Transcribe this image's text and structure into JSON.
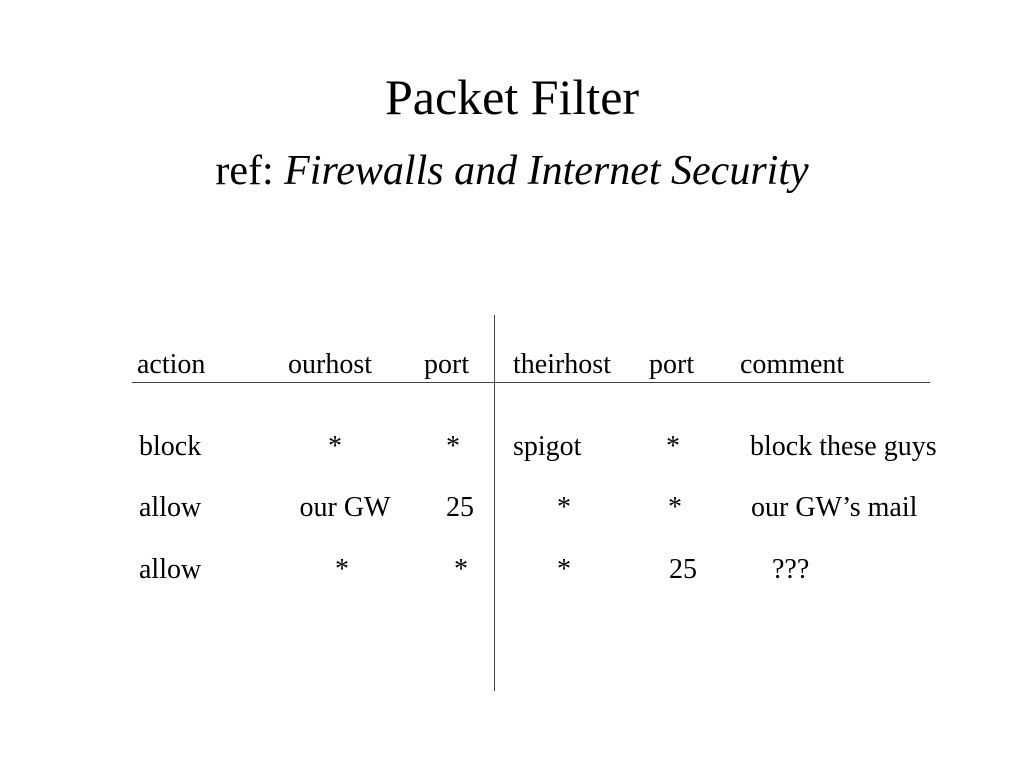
{
  "slide": {
    "title": "Packet Filter",
    "subtitle_prefix": "ref: ",
    "subtitle_italic": "Firewalls and Internet Security"
  },
  "table": {
    "headers": {
      "action": "action",
      "ourhost": "ourhost",
      "ourport": "port",
      "theirhost": "theirhost",
      "theirport": "port",
      "comment": "comment"
    },
    "rows": [
      {
        "action": "block",
        "ourhost": "*",
        "ourport": "*",
        "theirhost": "spigot",
        "theirport": "*",
        "comment": "block these guys"
      },
      {
        "action": "allow",
        "ourhost": "our GW",
        "ourport": "25",
        "theirhost": "*",
        "theirport": "*",
        "comment": "our GW’s mail"
      },
      {
        "action": "allow",
        "ourhost": "*",
        "ourport": "*",
        "theirhost": "*",
        "theirport": "25",
        "comment": "???"
      }
    ]
  }
}
